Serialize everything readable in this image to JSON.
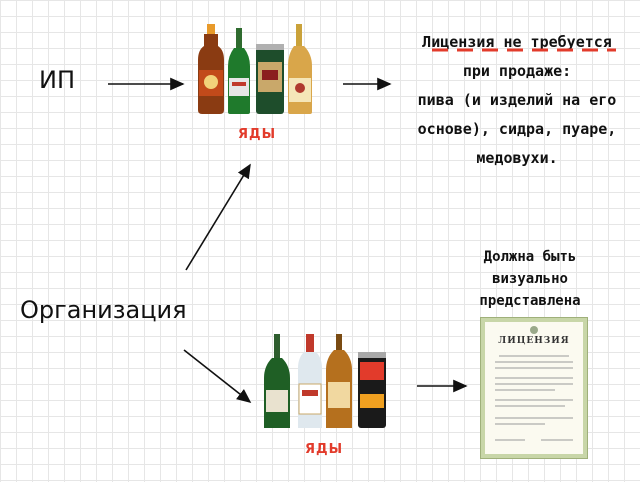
{
  "entities": {
    "ip": "ИП",
    "organization": "Организация"
  },
  "products": {
    "top_label": "ЯДЫ",
    "bottom_label": "ЯДЫ"
  },
  "notes": {
    "no_license_line1": "Лицензия не требуется",
    "no_license_line2": "при продаже:",
    "no_license_line3": "пива (и изделий на его",
    "no_license_line4": "основе), сидра, пуаре,",
    "no_license_line5": "медовухи.",
    "visible_line1": "Должна быть",
    "visible_line2": "визуально",
    "visible_line3": "представлена"
  },
  "license_doc": {
    "heading": "ЛИЦЕНЗИЯ"
  },
  "colors": {
    "accent_red": "#e23b2b",
    "arrow": "#111111",
    "license_border": "#c8d6a8"
  }
}
